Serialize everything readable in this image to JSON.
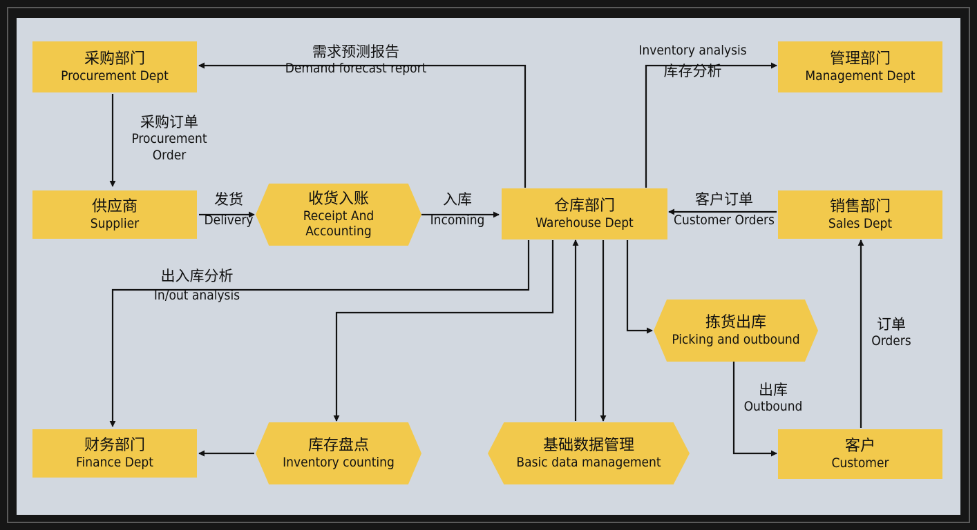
{
  "nodes": {
    "procurement": {
      "zh": "采购部门",
      "en": "Procurement Dept"
    },
    "supplier": {
      "zh": "供应商",
      "en": "Supplier"
    },
    "finance": {
      "zh": "财务部门",
      "en": "Finance Dept"
    },
    "receipt": {
      "zh": "收货入账",
      "en1": "Receipt And",
      "en2": "Accounting"
    },
    "warehouse": {
      "zh": "仓库部门",
      "en": "Warehouse Dept"
    },
    "management": {
      "zh": "管理部门",
      "en": "Management Dept"
    },
    "sales": {
      "zh": "销售部门",
      "en": "Sales Dept"
    },
    "picking": {
      "zh": "拣货出库",
      "en": "Picking and outbound"
    },
    "inventory_counting": {
      "zh": "库存盘点",
      "en": "Inventory counting"
    },
    "basic_data": {
      "zh": "基础数据管理",
      "en": "Basic data management"
    },
    "customer": {
      "zh": "客户",
      "en": "Customer"
    }
  },
  "labels": {
    "demand_forecast": {
      "zh": "需求预测报告",
      "en": "Demand forecast report"
    },
    "procurement_order": {
      "zh": "采购订单",
      "en1": "Procurement",
      "en2": "Order"
    },
    "delivery": {
      "zh": "发货",
      "en": "Delivery"
    },
    "incoming": {
      "zh": "入库",
      "en": "Incoming"
    },
    "inventory_analysis": {
      "en": "Inventory analysis",
      "zh": "库存分析"
    },
    "customer_orders": {
      "zh": "客户订单",
      "en": "Customer Orders"
    },
    "inout_analysis": {
      "zh": "出入库分析",
      "en": "In/out analysis"
    },
    "outbound": {
      "zh": "出库",
      "en": "Outbound"
    },
    "orders": {
      "zh": "订单",
      "en": "Orders"
    }
  },
  "colors": {
    "node_fill": "#f2c94c",
    "canvas": "#d2d8e0",
    "frame": "#161616",
    "line": "#111111"
  }
}
